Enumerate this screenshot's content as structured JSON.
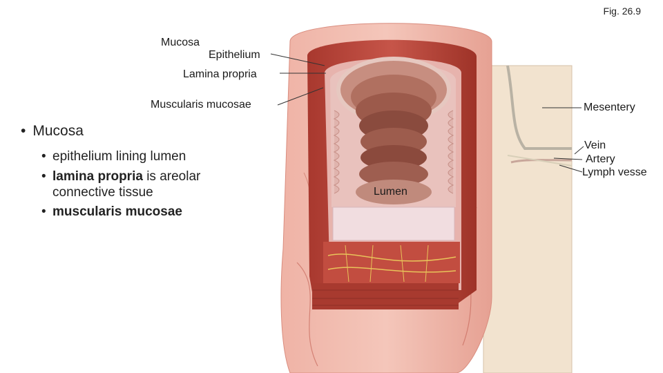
{
  "figure_number": "Fig. 26.9",
  "labels": {
    "mucosa": "Mucosa",
    "epithelium": "Epithelium",
    "lamina_propria": "Lamina propria",
    "muscularis_mucosae": "Muscularis mucosae",
    "mesentery": "Mesentery",
    "vein": "Vein",
    "artery": "Artery",
    "lymph_vessel": "Lymph vesse",
    "lumen": "Lumen"
  },
  "bullets": {
    "heading": "Mucosa",
    "items": [
      {
        "text": "epithelium lining lumen"
      },
      {
        "bold": "lamina propria",
        "rest": " is areolar connective tissue"
      },
      {
        "bold": "muscularis mucosae"
      }
    ]
  },
  "colors": {
    "tissue_outer": "#e8a79a",
    "tissue_dark": "#c9564a",
    "muscle": "#b8463a",
    "mesentery": "#f2e3cf",
    "submucosa": "#f0d6d8",
    "mucosa_lumen": "#a8685a"
  }
}
